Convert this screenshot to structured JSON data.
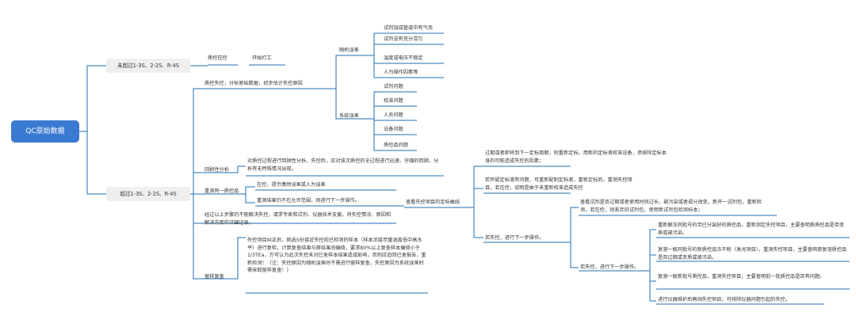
{
  "root": "QC原始数据",
  "level1": [
    "未超过1-3S、2-2S、R-4S",
    "超过1-3S、2-2S、R-4S"
  ],
  "not_exceeded": {
    "step": "质控在控",
    "action": "开始打工"
  },
  "out_of_control": {
    "title": "质控失控，分析原始数据，初步估计失控原因",
    "random_errors": {
      "label": "随机误差",
      "items": [
        "试剂加成管道中有气泡",
        "试剂没有充分混匀",
        "温度或电压不稳定",
        "人为操作因素等"
      ]
    },
    "systematic_errors": {
      "label": "系统误差",
      "items": [
        "试剂问题",
        "校准问题",
        "人员问题",
        "设备问题",
        "质控品问题"
      ]
    }
  },
  "retrospective": {
    "label": "回顾性分析",
    "text": "对质控过程进行回顾性分析。失控后，应对该次质控的全过程进行迅速、仔细的回顾，分析有无特殊情况出现。"
  },
  "retest": {
    "label": "重测同一质控品",
    "in_control": "在控，提示偶然误差或人为误差",
    "still_out": "重测结果仍不在允许范围，则进行下一步操作。"
  },
  "calibration": {
    "label": "查看失控项目的定标曲线",
    "expired": "过期或者即将到下一定标周期，则重新定标。用新的定标液校准设备，须排除定标本身的可能造成失控的因素；",
    "recal": "若怀疑定标液有问题，可重新配制定标液，重新定标后，重测失控项目，若在控，说明是由于未重新校准造成失控",
    "still_out": "若失控，进行下一步操作。"
  },
  "reagent": {
    "check": "查看试剂是否过期或者使用时间过长，被污染或者成分改变。新开一试剂包，重新检测，若在控，则丢弃旧试剂包，使用新试剂包检测标本；",
    "still_out": "若失控，进行下一步操作。",
    "steps": [
      "重新解冻同批号的另已分装好的质控品，重新测定失控项目，主要查明质质控品是否变质或被污染。",
      "复溶一瓶同批号的新质控品冻干粉（发光项目），重测失控项目，主要查明原复溶质控品是否过期或变质或被污染。",
      "复溶一瓶新批号质控品，重测失控项目，主要查明前一批质控品是否有问题。",
      "进行仪器维护后再测失控项目，可排除仪器问题引起的失控。"
    ]
  },
  "expert": "经过以上步骤仍不能解决失控，请求专家和试剂、仪器技术支援。将失控情况、原因和解决方案作详细记录。",
  "sample_review": {
    "label": "留样复查",
    "text": "失控项目纠正后，挑选5份接近失控前已检测的样本（样本浓度尽量涵盖低中高水平）进行复检，计算复查结果与原结果间偏倚，要求80%以上复查样本偏倚小于1/3TEa，方可认为此次失控未对已发样本结果造成影响，否则应追回已发报告，重新检测！（注：失控原因为随机误差时不需进行留样复查，失控原因为系统误差时需采取留样复查！）"
  },
  "colors": {
    "line": "#1f6fb5",
    "root": "#3b7ad1",
    "level1_bg": "#efefef"
  }
}
